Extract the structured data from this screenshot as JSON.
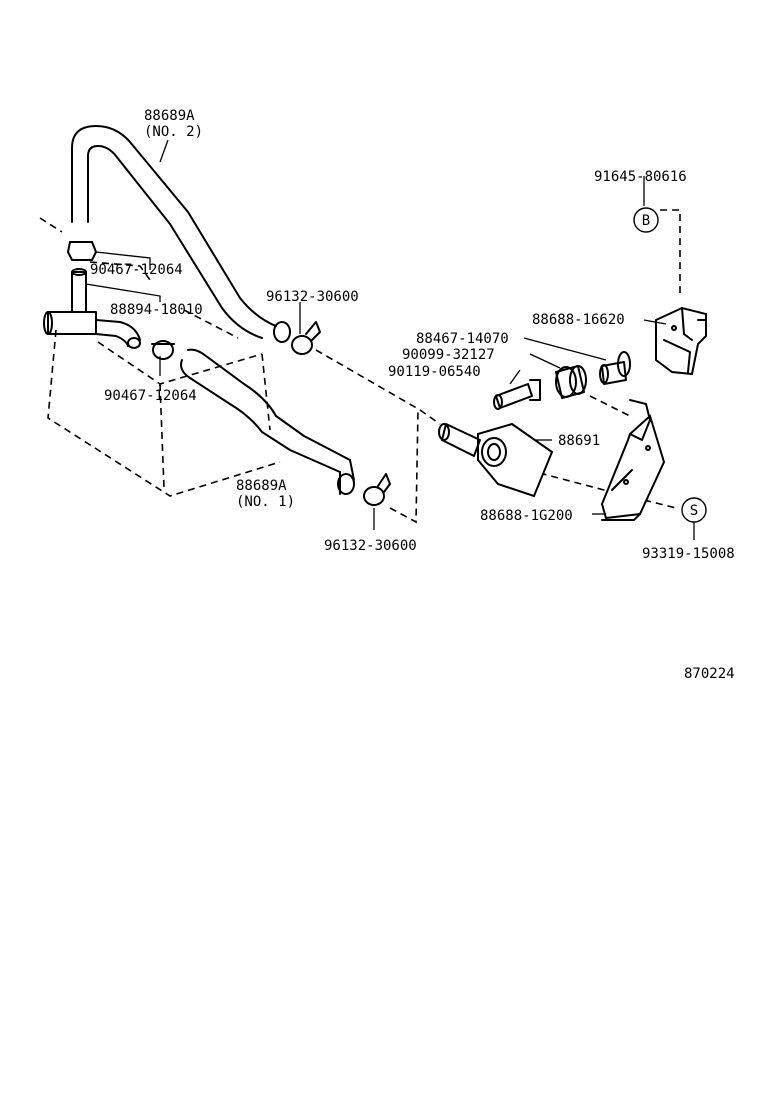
{
  "labels": {
    "hose_no2_part": "88689A",
    "hose_no2_sub": "(NO. 2)",
    "clip_top": "90467-12064",
    "pipe_joint": "88894-18010",
    "clip_bottom": "90467-12064",
    "hose_no1_part": "88689A",
    "hose_no1_sub": "(NO. 1)",
    "clamp_upper": "96132-30600",
    "clamp_lower": "96132-30600",
    "bolt_b": "91645-80616",
    "symbol_b": "B",
    "bracket_upper": "88688-16620",
    "grommet_collar": "88467-14070",
    "cushion": "90099-32127",
    "bolt": "90119-06540",
    "valve": "88691",
    "bracket_lower": "88688-1G200",
    "symbol_s": "S",
    "screw_s": "93319-15008",
    "diagram_id": "870224"
  }
}
